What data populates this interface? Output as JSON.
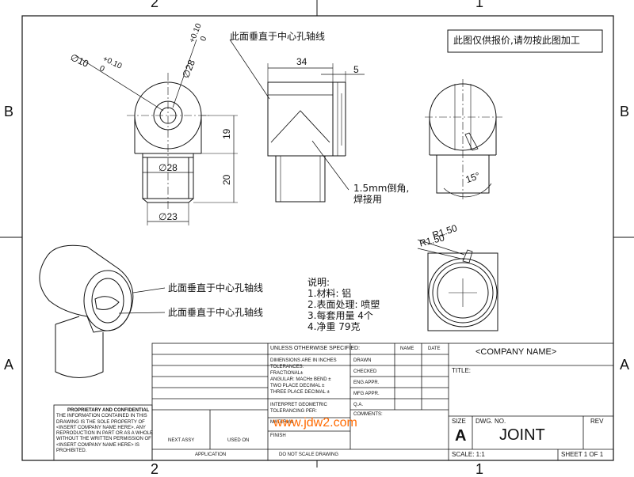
{
  "zones": {
    "top_left": "2",
    "top_right": "1",
    "left_upper": "B",
    "left_lower": "A",
    "right_upper": "B",
    "right_lower": "A",
    "bottom_left": "2",
    "bottom_right": "1"
  },
  "notice_box": "此图仅供报价,请勿按此图加工",
  "dims": {
    "d10": "∅10",
    "d10_tol_plus": "+0.10",
    "d10_tol_zero": "0",
    "d28_top": "∅28",
    "d28_tol_plus": "+0.10",
    "d28_tol_zero": "0",
    "v19": "19",
    "v20": "20",
    "d28": "∅28",
    "d23": "∅23",
    "w34": "34",
    "w5": "5",
    "angle": "15°",
    "r1": "R1.50",
    "r2": "R1.50"
  },
  "callouts": {
    "perp_top": "此面垂直于中心孔轴线",
    "chamfer_l1": "1.5mm倒角,",
    "chamfer_l2": "焊接用",
    "perp_iso1": "此面垂直于中心孔轴线",
    "perp_iso2": "此面垂直于中心孔轴线"
  },
  "notes": {
    "title": "说明:",
    "l1": "1.材料: 铝",
    "l2": "2.表面处理: 喷塑",
    "l3": "3.每套用量 4个",
    "l4": "4.净重 79克"
  },
  "title_block": {
    "unless": "UNLESS OTHERWISE SPECIFIED:",
    "name": "NAME",
    "date": "DATE",
    "dims_in": "DIMENSIONS ARE IN INCHES",
    "tol": "TOLERANCES:",
    "frac": "FRACTIONAL±",
    "ang": "ANGULAR: MACH±    BEND ±",
    "two": "TWO PLACE DECIMAL    ±",
    "three": "THREE PLACE DECIMAL  ±",
    "interp": "INTERPRET GEOMETRIC",
    "tolper": "TOLERANCING PER:",
    "material": "MATERIAL",
    "finish": "FINISH",
    "drawn": "DRAWN",
    "checked": "CHECKED",
    "eng": "ENG APPR.",
    "mfg": "MFG APPR.",
    "qa": "Q.A.",
    "comments": "COMMENTS:",
    "company": "<COMPANY NAME>",
    "title_lbl": "TITLE:",
    "size_lbl": "SIZE",
    "size_val": "A",
    "dwg_lbl": "DWG.  NO.",
    "dwg_val": "JOINT",
    "rev_lbl": "REV",
    "scale": "SCALE: 1:1",
    "sheet": "SHEET 1 OF 1",
    "next_assy": "NEXT ASSY",
    "used_on": "USED ON",
    "application": "APPLICATION",
    "no_scale": "DO NOT SCALE DRAWING",
    "prop_title": "PROPRIETARY AND CONFIDENTIAL",
    "prop_l1": "THE INFORMATION CONTAINED IN THIS",
    "prop_l2": "DRAWING IS THE SOLE PROPERTY OF",
    "prop_l3": "<INSERT COMPANY NAME HERE>.  ANY",
    "prop_l4": "REPRODUCTION IN PART OR AS A WHOLE",
    "prop_l5": "WITHOUT THE WRITTEN PERMISSION OF",
    "prop_l6": "<INSERT COMPANY NAME HERE> IS",
    "prop_l7": "PROHIBITED."
  },
  "watermark": "www.jdw2.com"
}
